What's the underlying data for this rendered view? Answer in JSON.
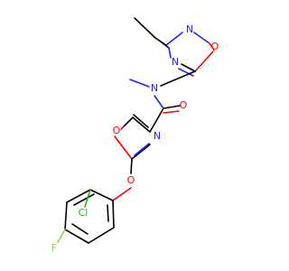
{
  "colors": {
    "bond": "#000000",
    "N": "#2020ff",
    "O": "#ff0000",
    "Cl": "#1fb11f",
    "F": "#90d050",
    "background": "#ffffff"
  },
  "labels": {
    "oxadiazole_n_top": "N",
    "oxadiazole_o": "O",
    "oxadiazole_n_bottom": "N",
    "amide_n": "N",
    "amide_o": "O",
    "oxazole_o": "O",
    "oxazole_n": "N",
    "ether_o": "O",
    "chlorine": "Cl",
    "fluorine": "F"
  }
}
